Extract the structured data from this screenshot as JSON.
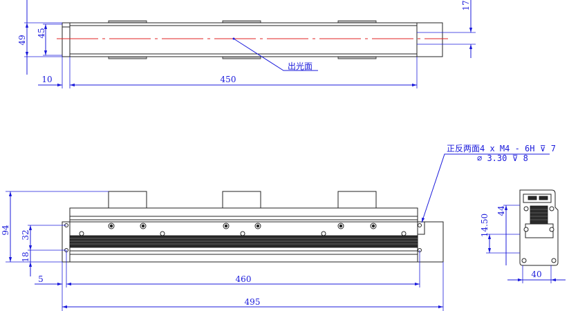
{
  "top_view": {
    "dims": {
      "height_outer": "49",
      "height_inner": "45",
      "offset_right": "17",
      "left_offset": "10",
      "length": "450"
    },
    "callout": "出光面"
  },
  "front_view": {
    "note_line1": "正反两面4 x  M4 - 6H ⊽ 7",
    "note_line2": "⌀ 3.30 ⊽ 8",
    "dims": {
      "height_total": "94",
      "height_32": "32",
      "height_18": "18",
      "left_5": "5",
      "length_460": "460",
      "length_495": "495"
    }
  },
  "side_view": {
    "dims": {
      "h_44": "44",
      "h_1450": "14.50",
      "w_40": "40"
    }
  },
  "colors": {
    "dimension": "#1a1adb",
    "centerline": "#e02020",
    "outline": "#222222"
  }
}
